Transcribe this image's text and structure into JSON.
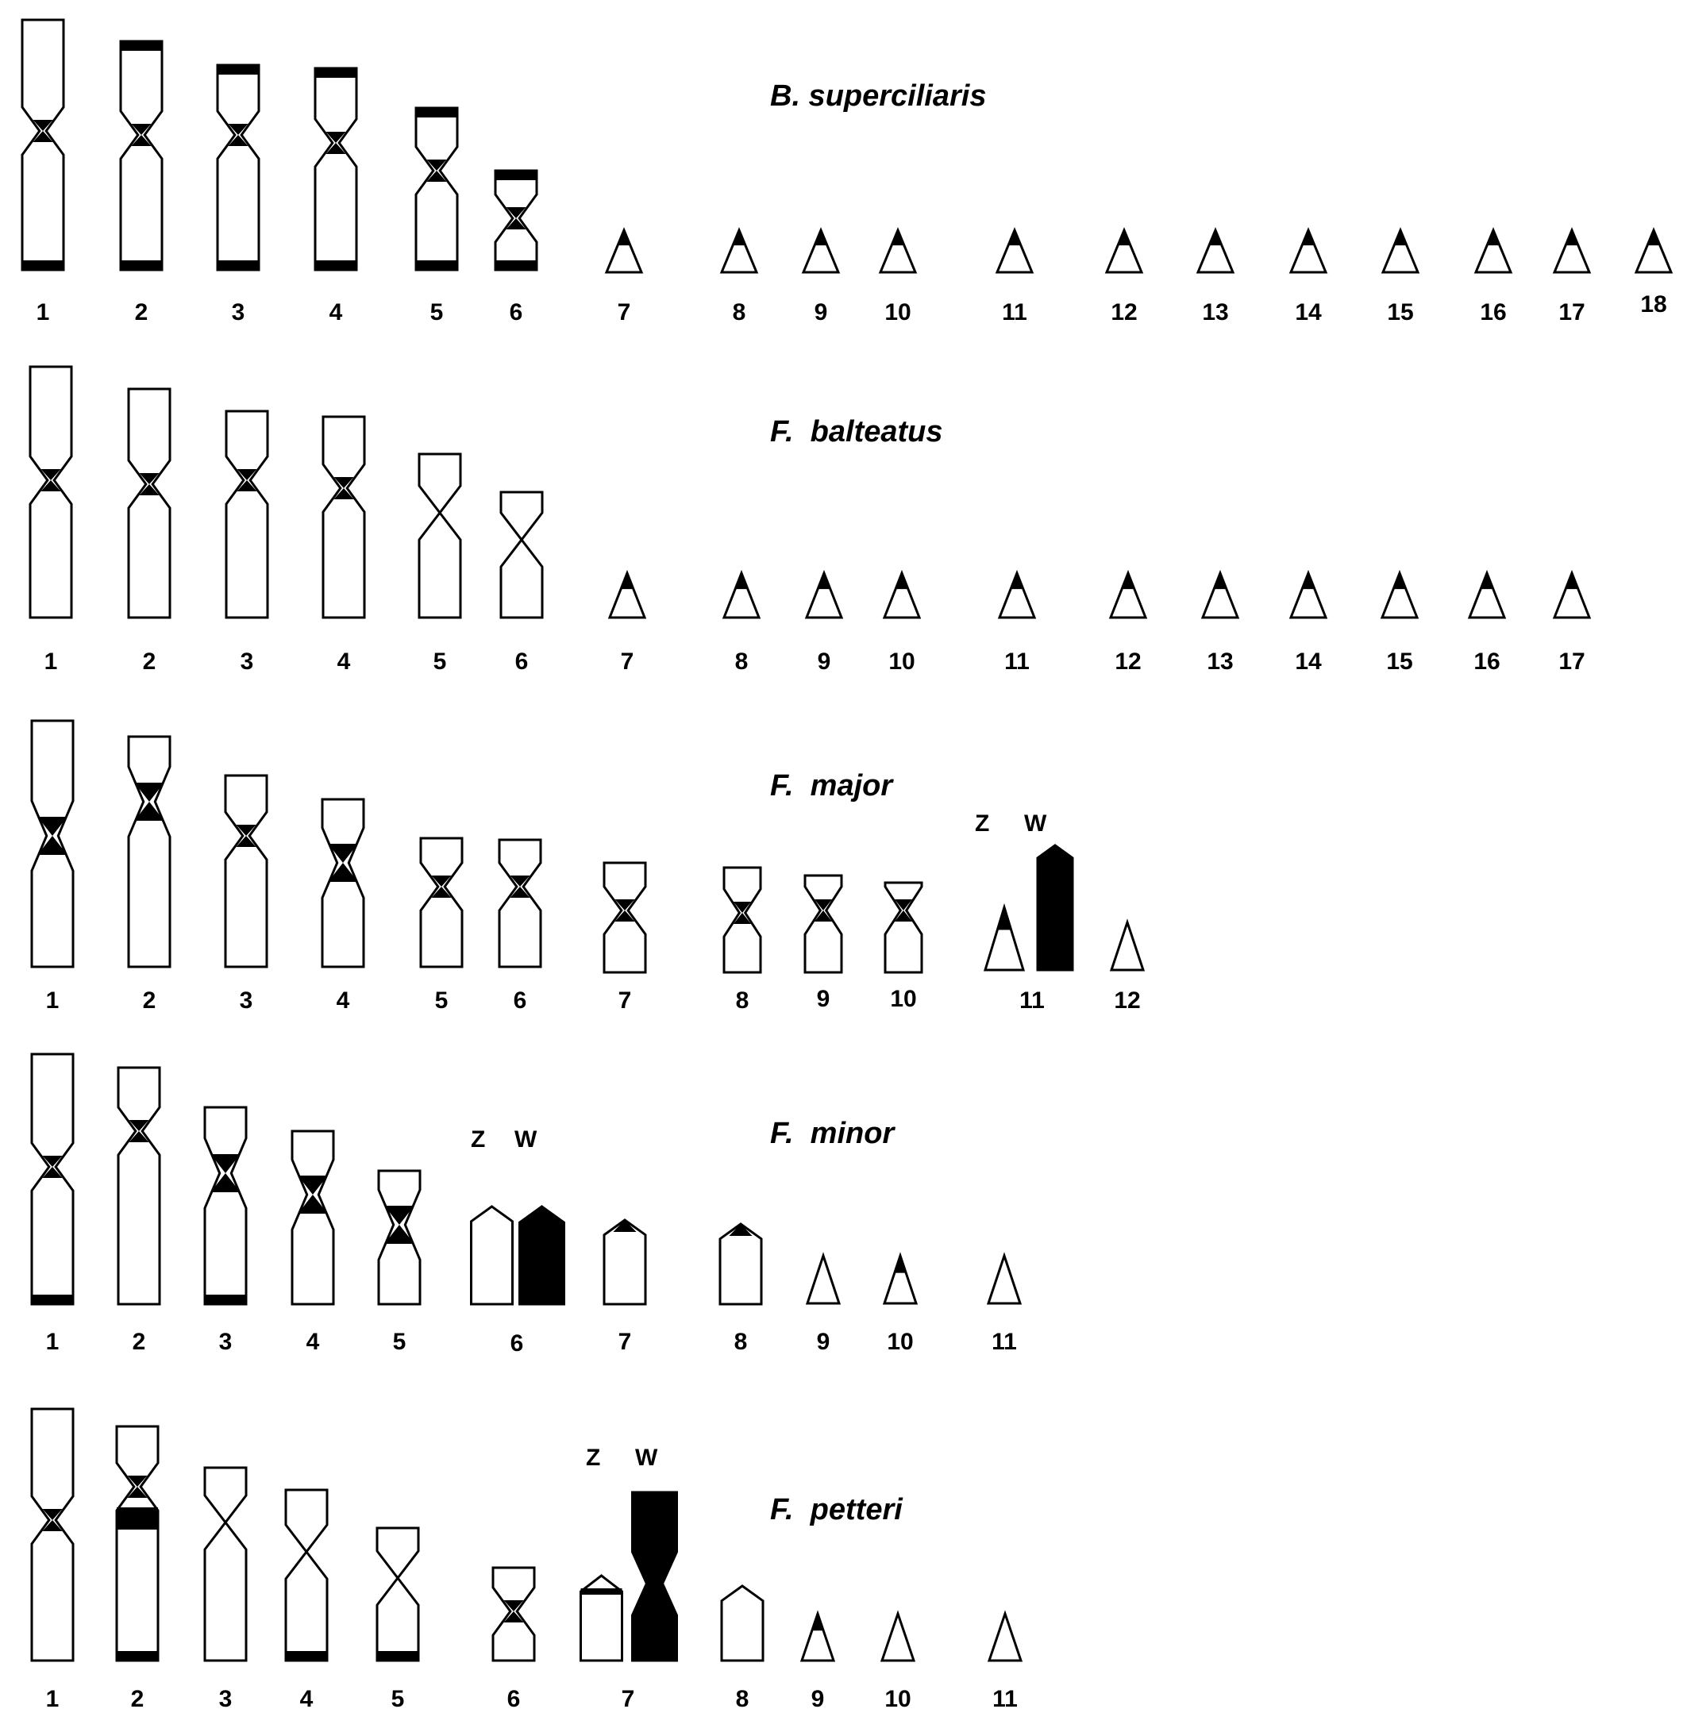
{
  "panels": [
    {
      "species": "B. superciliaris",
      "chromosomes": [
        {
          "label": "1",
          "type": "meta",
          "bands": [
            "bottom"
          ]
        },
        {
          "label": "2",
          "type": "meta",
          "bands": [
            "top",
            "bottom"
          ]
        },
        {
          "label": "3",
          "type": "meta",
          "bands": [
            "top",
            "bottom"
          ]
        },
        {
          "label": "4",
          "type": "meta",
          "bands": [
            "top",
            "bottom"
          ]
        },
        {
          "label": "5",
          "type": "meta",
          "bands": [
            "top",
            "bottom"
          ]
        },
        {
          "label": "6",
          "type": "meta",
          "bands": [
            "top",
            "bottom"
          ]
        },
        {
          "label": "7",
          "type": "tri",
          "tip": true
        },
        {
          "label": "8",
          "type": "tri",
          "tip": true
        },
        {
          "label": "9",
          "type": "tri",
          "tip": true
        },
        {
          "label": "10",
          "type": "tri",
          "tip": true
        },
        {
          "label": "11",
          "type": "tri",
          "tip": true
        },
        {
          "label": "12",
          "type": "tri",
          "tip": true
        },
        {
          "label": "13",
          "type": "tri",
          "tip": true
        },
        {
          "label": "14",
          "type": "tri",
          "tip": true
        },
        {
          "label": "15",
          "type": "tri",
          "tip": true
        },
        {
          "label": "16",
          "type": "tri",
          "tip": true
        },
        {
          "label": "17",
          "type": "tri",
          "tip": true
        },
        {
          "label": "18",
          "type": "tri",
          "tip": true
        }
      ]
    },
    {
      "species": "F.  balteatus",
      "chromosomes": [
        {
          "label": "1",
          "type": "meta"
        },
        {
          "label": "2",
          "type": "meta"
        },
        {
          "label": "3",
          "type": "meta"
        },
        {
          "label": "4",
          "type": "meta"
        },
        {
          "label": "5",
          "type": "x"
        },
        {
          "label": "6",
          "type": "x"
        },
        {
          "label": "7",
          "type": "tri",
          "tip": true
        },
        {
          "label": "8",
          "type": "tri",
          "tip": true
        },
        {
          "label": "9",
          "type": "tri",
          "tip": true
        },
        {
          "label": "10",
          "type": "tri",
          "tip": true
        },
        {
          "label": "11",
          "type": "tri",
          "tip": true
        },
        {
          "label": "12",
          "type": "tri",
          "tip": true
        },
        {
          "label": "13",
          "type": "tri",
          "tip": true
        },
        {
          "label": "14",
          "type": "tri",
          "tip": true
        },
        {
          "label": "15",
          "type": "tri",
          "tip": true
        },
        {
          "label": "16",
          "type": "tri",
          "tip": true
        },
        {
          "label": "17",
          "type": "tri",
          "tip": true
        }
      ]
    },
    {
      "species": "F.  major",
      "sex_labels": [
        "Z",
        "W"
      ],
      "chromosomes": [
        {
          "label": "1",
          "type": "meta",
          "cen": "large"
        },
        {
          "label": "2",
          "type": "meta",
          "cen": "large"
        },
        {
          "label": "3",
          "type": "meta"
        },
        {
          "label": "4",
          "type": "meta",
          "cen": "large"
        },
        {
          "label": "5",
          "type": "meta"
        },
        {
          "label": "6",
          "type": "meta"
        },
        {
          "label": "7",
          "type": "meta"
        },
        {
          "label": "8",
          "type": "meta"
        },
        {
          "label": "9",
          "type": "meta"
        },
        {
          "label": "10",
          "type": "meta"
        },
        {
          "label": "11",
          "type": "sexpair",
          "z": "tri-tip",
          "w": "house-black"
        },
        {
          "label": "12",
          "type": "tri"
        }
      ]
    },
    {
      "species": "F.  minor",
      "sex_labels": [
        "Z",
        "W"
      ],
      "chromosomes": [
        {
          "label": "1",
          "type": "meta",
          "bands": [
            "bottom"
          ]
        },
        {
          "label": "2",
          "type": "meta"
        },
        {
          "label": "3",
          "type": "meta",
          "cen": "large",
          "bands": [
            "bottom"
          ]
        },
        {
          "label": "4",
          "type": "meta",
          "cen": "large"
        },
        {
          "label": "5",
          "type": "meta",
          "cen": "large"
        },
        {
          "label": "6",
          "type": "sexpair",
          "z": "house",
          "w": "house-black"
        },
        {
          "label": "7",
          "type": "house",
          "tip": true
        },
        {
          "label": "8",
          "type": "house",
          "tip": true
        },
        {
          "label": "9",
          "type": "tri"
        },
        {
          "label": "10",
          "type": "tri",
          "tip": true
        },
        {
          "label": "11",
          "type": "tri"
        }
      ]
    },
    {
      "species": "F.  petteri",
      "sex_labels": [
        "Z",
        "W"
      ],
      "chromosomes": [
        {
          "label": "1",
          "type": "meta"
        },
        {
          "label": "2",
          "type": "meta",
          "bands": [
            "mid",
            "bottom"
          ]
        },
        {
          "label": "3",
          "type": "x"
        },
        {
          "label": "4",
          "type": "x",
          "bands": [
            "bottom"
          ]
        },
        {
          "label": "5",
          "type": "x",
          "bands": [
            "bottom"
          ]
        },
        {
          "label": "6",
          "type": "meta"
        },
        {
          "label": "7",
          "type": "sexpair",
          "z": "house-band",
          "w": "meta-black"
        },
        {
          "label": "8",
          "type": "house"
        },
        {
          "label": "9",
          "type": "tri",
          "tip": true
        },
        {
          "label": "10",
          "type": "tri"
        },
        {
          "label": "11",
          "type": "tri"
        }
      ]
    }
  ]
}
